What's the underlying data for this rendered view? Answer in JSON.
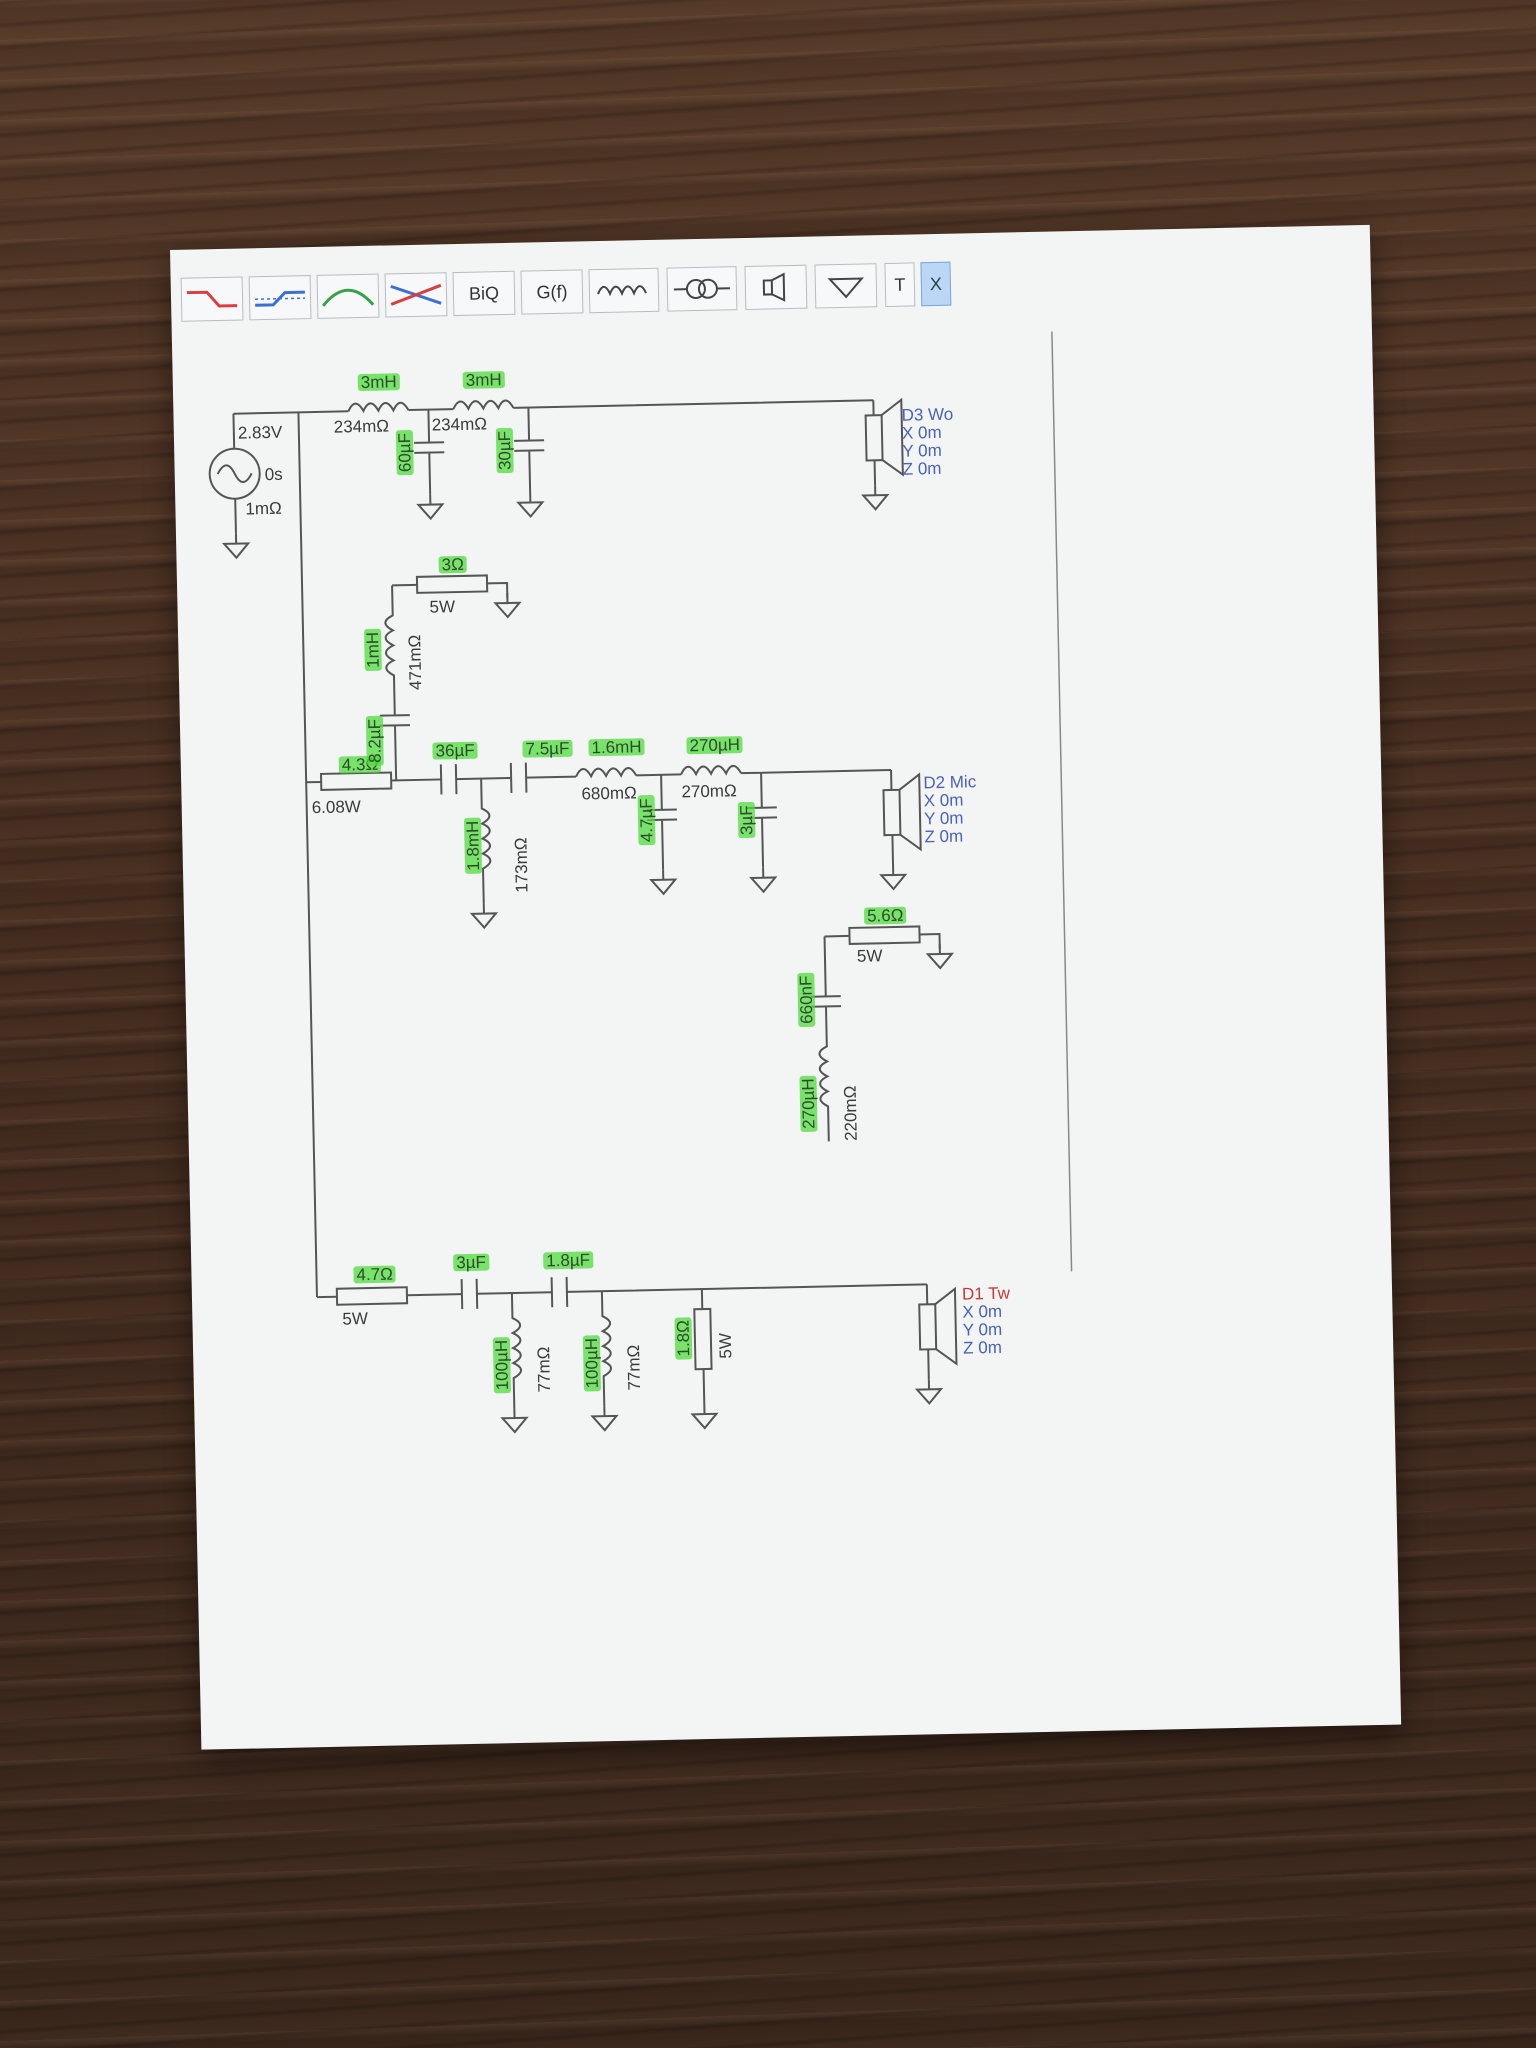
{
  "toolbar": {
    "biq": "BiQ",
    "gf": "G(f)",
    "t": "T",
    "x": "X"
  },
  "source": {
    "voltage": "2.83V",
    "delay": "0s",
    "resistance": "1mΩ"
  },
  "woofer_section": {
    "l1_value": "3mH",
    "l1_dcr": "234mΩ",
    "l2_value": "3mH",
    "l2_dcr": "234mΩ",
    "c1": "60µF",
    "c2": "30µF",
    "notch_r": "3Ω",
    "notch_r_power": "5W",
    "notch_l": "1mH",
    "notch_l_dcr": "471mΩ",
    "driver": {
      "name": "D3 Wo",
      "x": "X 0m",
      "y": "Y 0m",
      "z": "Z 0m"
    }
  },
  "mid_section": {
    "series_r": "4.3Ω",
    "series_r_power": "6.08W",
    "shunt_c": "8.2µF",
    "c1": "36µF",
    "c2": "7.5µF",
    "l_shunt": "1.8mH",
    "l_shunt_dcr": "173mΩ",
    "l1": "1.6mH",
    "l1_dcr": "680mΩ",
    "l2": "270µH",
    "l2_dcr": "270mΩ",
    "c3": "4.7µF",
    "c4": "3µF",
    "driver": {
      "name": "D2 Mic",
      "x": "X 0m",
      "y": "Y 0m",
      "z": "Z 0m"
    }
  },
  "tweeter_section": {
    "series_r": "4.7Ω",
    "series_r_power": "5W",
    "c1": "3µF",
    "c2": "1.8µF",
    "l1": "100µH",
    "l1_dcr": "77mΩ",
    "l2": "100µH",
    "l2_dcr": "77mΩ",
    "shunt_r": "1.8Ω",
    "shunt_r_power": "5W",
    "zobel_r": "5.6Ω",
    "zobel_r_power": "5W",
    "zobel_c": "660nF",
    "zobel_l": "270µH",
    "zobel_l_dcr": "220mΩ",
    "driver": {
      "name": "D1 Tw",
      "x": "X 0m",
      "y": "Y 0m",
      "z": "Z 0m"
    }
  },
  "colors": {
    "highlight": "#50dc3c",
    "wire": "#555555",
    "driver_blue": "#4a62b8",
    "driver_red": "#c43a3a"
  }
}
